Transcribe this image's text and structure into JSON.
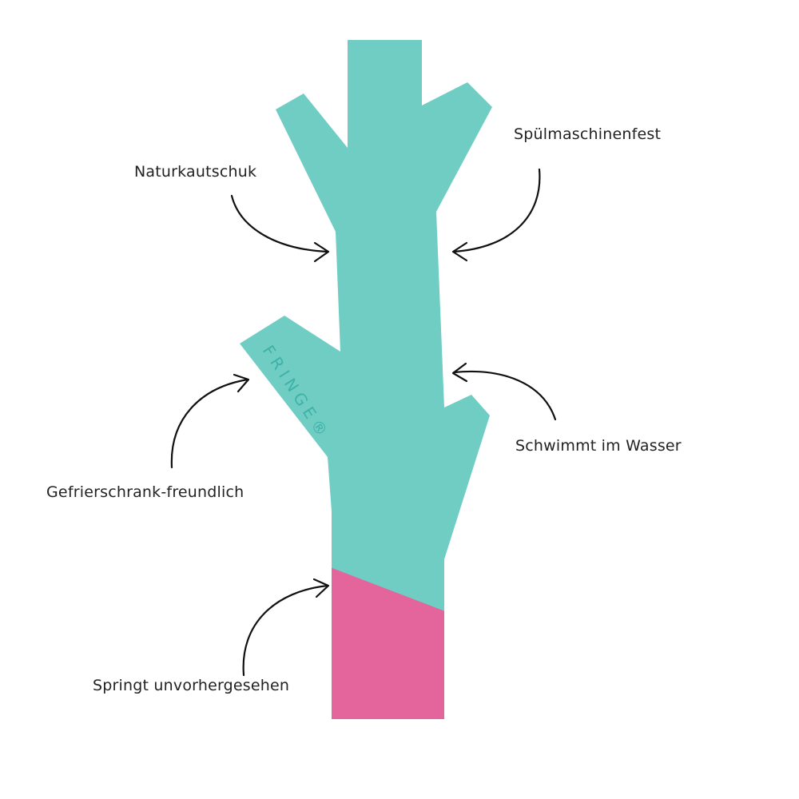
{
  "brand": "FRINGE®",
  "colors": {
    "body": "#6fcdc4",
    "tip": "#e4649c",
    "text": "#222222",
    "logo": "#3fb2a8"
  },
  "labels": {
    "natural_rubber": "Naturkautschuk",
    "dishwasher_safe": "Spülmaschinenfest",
    "floats": "Schwimmt im Wasser",
    "freezer_friendly": "Gefrierschrank-freundlich",
    "bounces": "Springt unvorhergesehen"
  }
}
